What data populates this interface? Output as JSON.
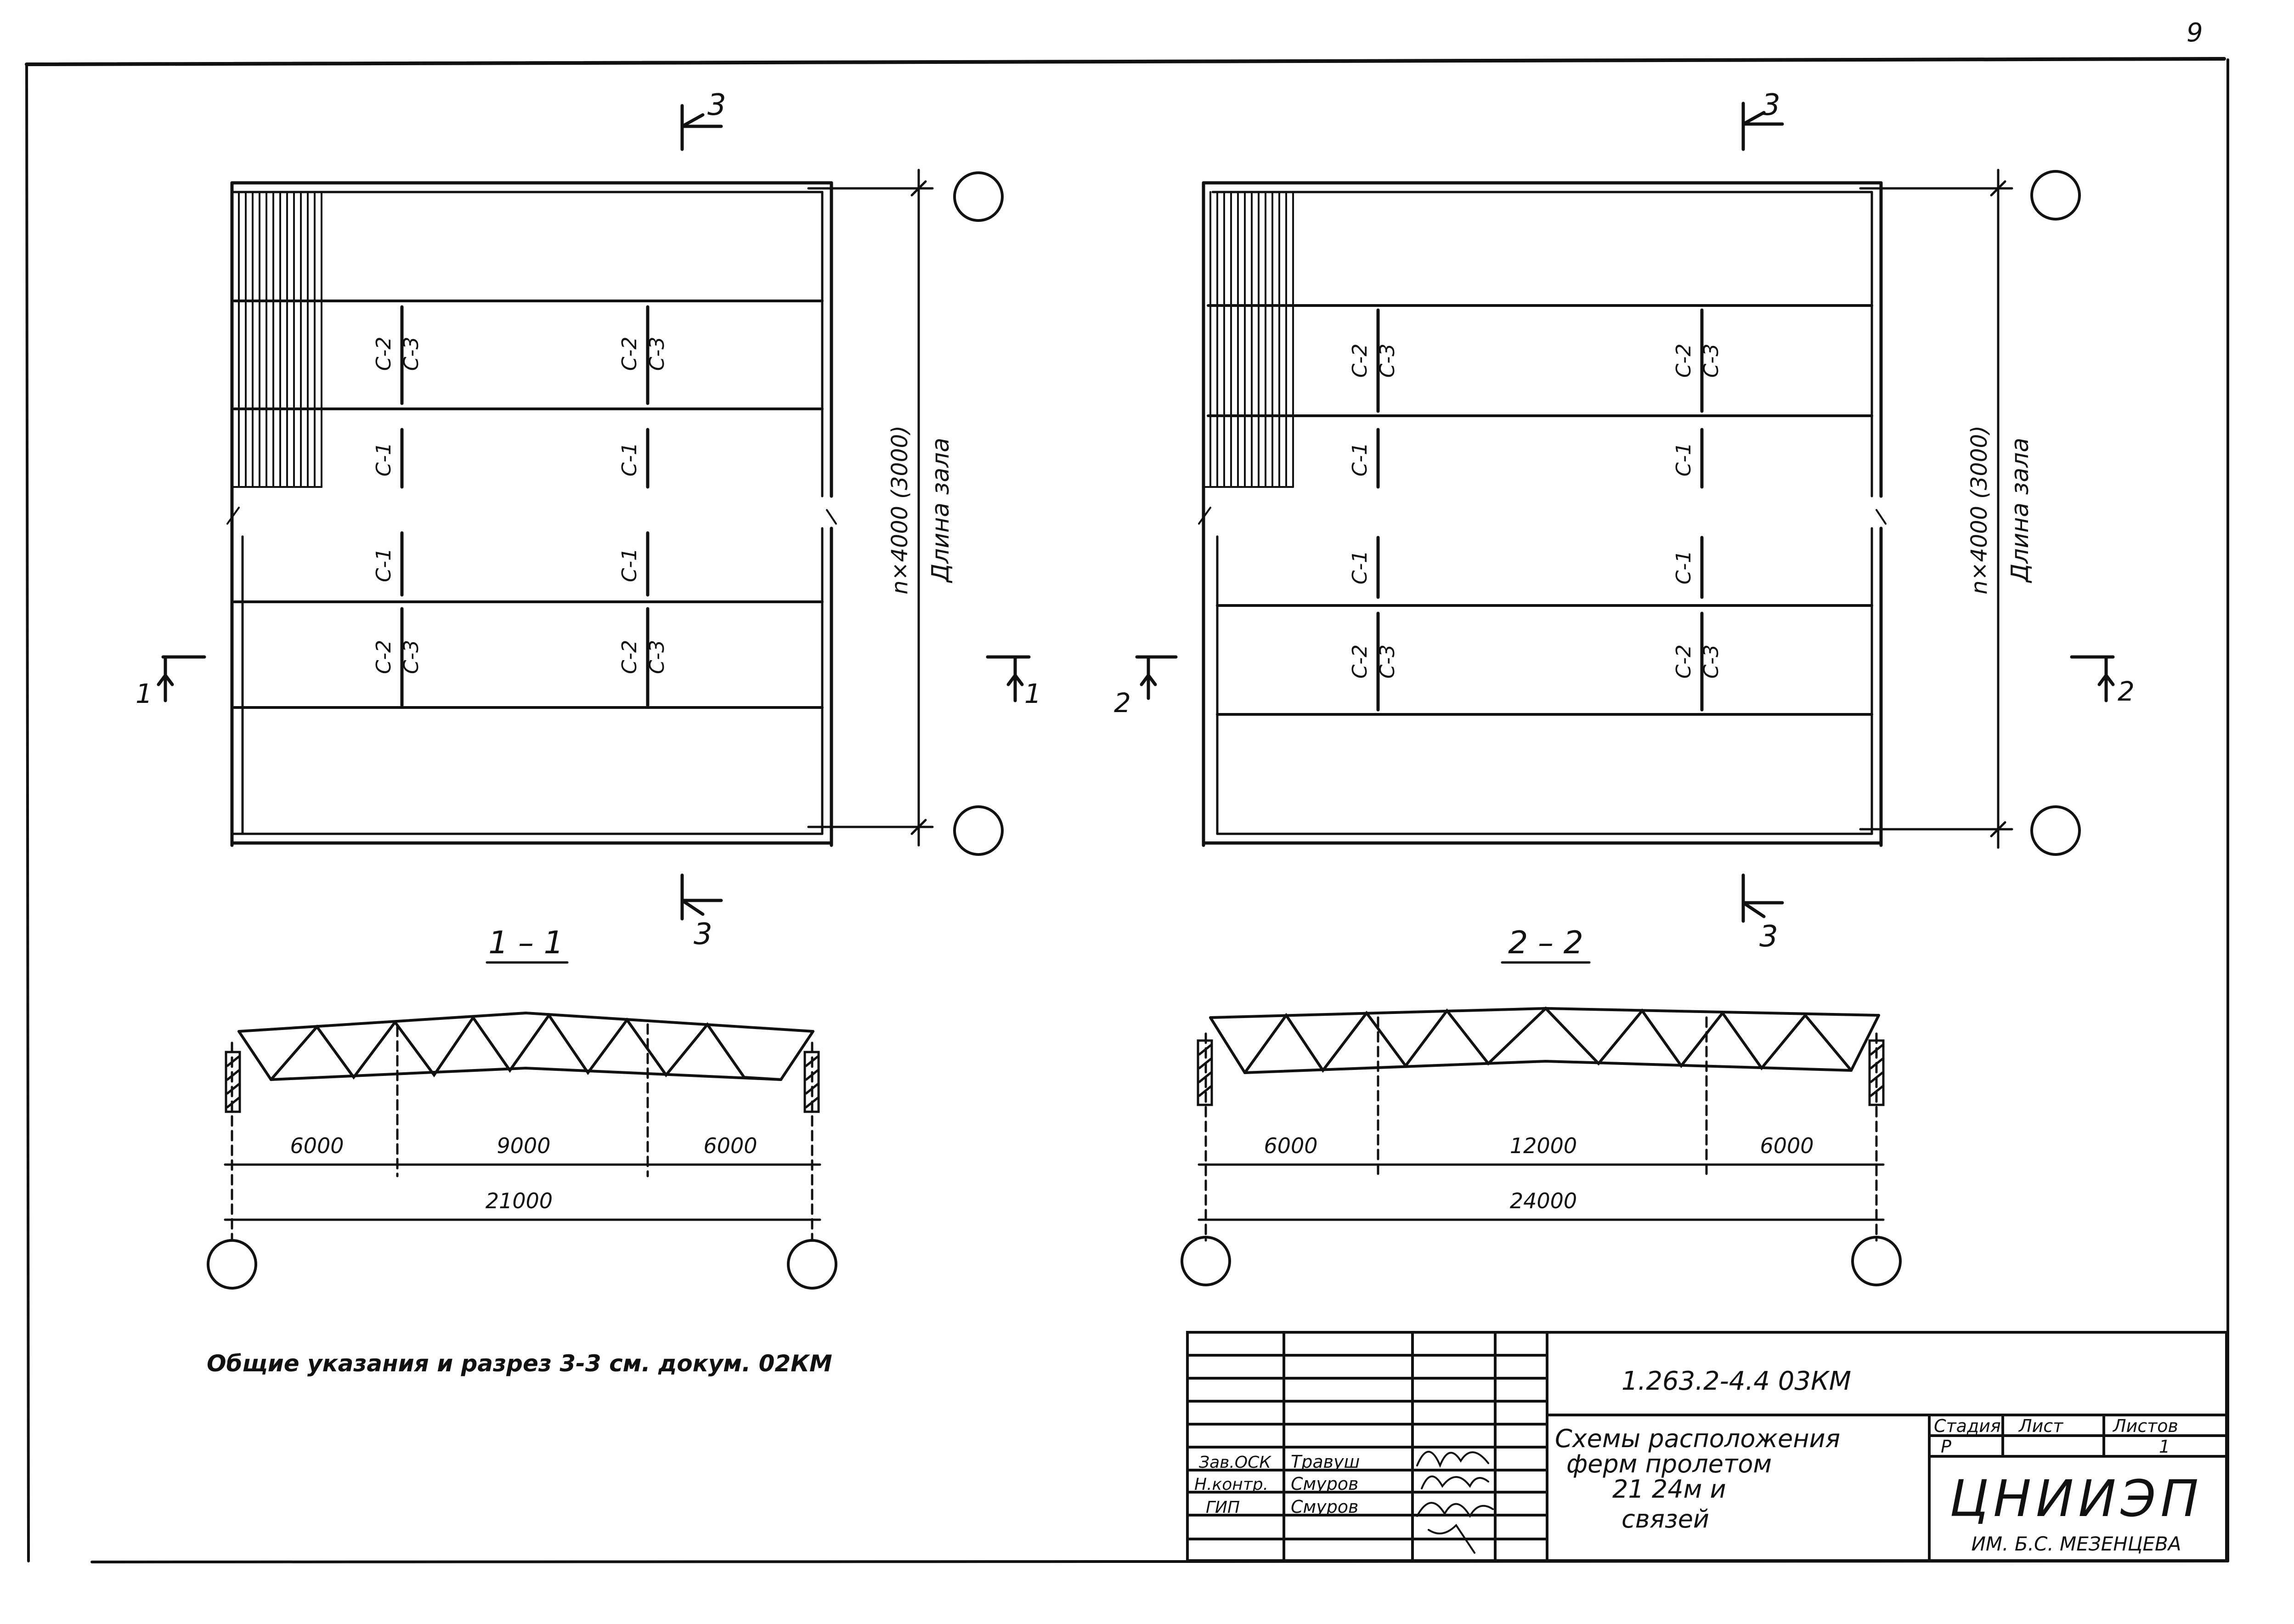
{
  "sheet": {
    "page_number": "9",
    "general_note": "Общие указания и разрез 3-3 см. докум. 02КМ"
  },
  "plan_left": {
    "section_top": "3",
    "section_bottom": "3",
    "section_side": "1",
    "brace_upper": "С-1",
    "brace_lower": "С-1",
    "pair_upper_top": "С-2",
    "pair_upper_bottom": "С-3",
    "pair_lower_top": "С-2",
    "pair_lower_bottom": "С-3",
    "dimension": "n×4000 (3000)",
    "dimension_caption": "Длина зала"
  },
  "plan_right": {
    "section_top": "3",
    "section_bottom": "3",
    "section_side": "2",
    "brace_upper": "С-1",
    "brace_lower": "С-1",
    "pair_upper_top": "С-2",
    "pair_upper_bottom": "С-3",
    "pair_lower_top": "С-2",
    "pair_lower_bottom": "С-3",
    "dimension": "n×4000 (3000)",
    "dimension_caption": "Длина зала"
  },
  "truss_left": {
    "title": "1 – 1",
    "dim_1": "6000",
    "dim_2": "9000",
    "dim_3": "6000",
    "dim_total": "21000"
  },
  "truss_right": {
    "title": "2 – 2",
    "dim_1": "6000",
    "dim_2": "12000",
    "dim_3": "6000",
    "dim_total": "24000"
  },
  "title_block": {
    "doc_code": "1.263.2-4.4   03КМ",
    "title_line_1": "Схемы расположения",
    "title_line_2": "ферм пролетом",
    "title_line_3": "21        24м и",
    "title_line_4": "связей",
    "header_stage": "Стадия",
    "header_sheet": "Лист",
    "header_sheets": "Листов",
    "stage_value": "Р",
    "sheets_value": "1",
    "org_name": "ЦНИИЭП",
    "org_subtitle": "ИМ. Б.С. МЕЗЕНЦЕВА",
    "people": [
      {
        "role": "Зав.ОСК",
        "name": "Травуш"
      },
      {
        "role": "Н.контр.",
        "name": "Смуров"
      },
      {
        "role": "ГИП",
        "name": "Смуров"
      }
    ]
  }
}
